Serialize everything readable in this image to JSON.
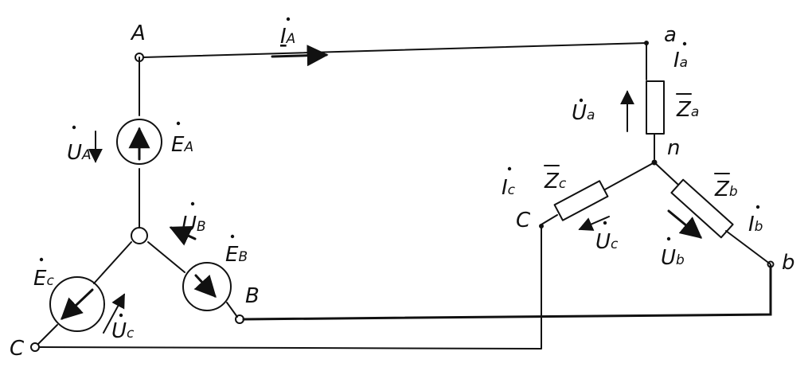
{
  "nodes": {
    "A": "A",
    "B": "B",
    "C": "C",
    "a": "a",
    "b": "b",
    "c": "C",
    "n": "n"
  },
  "sources": {
    "EA": {
      "letter": "E",
      "sub": "A"
    },
    "EB": {
      "letter": "E",
      "sub": "B"
    },
    "EC": {
      "letter": "E",
      "sub": "c"
    }
  },
  "voltages": {
    "UA": {
      "letter": "U",
      "sub": "A"
    },
    "UB": {
      "letter": "U",
      "sub": "B"
    },
    "UC": {
      "letter": "U",
      "sub": "c"
    },
    "Ua": {
      "letter": "U",
      "sub": "a"
    },
    "Ub": {
      "letter": "U",
      "sub": "b"
    },
    "Uc": {
      "letter": "U",
      "sub": "c"
    }
  },
  "currents": {
    "IA": {
      "letter": "I",
      "sub": "A"
    },
    "Ia": {
      "letter": "I",
      "sub": "a"
    },
    "Ib": {
      "letter": "I",
      "sub": "b"
    },
    "Ic": {
      "letter": "I",
      "sub": "c"
    }
  },
  "impedances": {
    "Za": {
      "letter": "Z",
      "sub": "a"
    },
    "Zb": {
      "letter": "Z",
      "sub": "b"
    },
    "Zc": {
      "letter": "Z",
      "sub": "c"
    }
  }
}
